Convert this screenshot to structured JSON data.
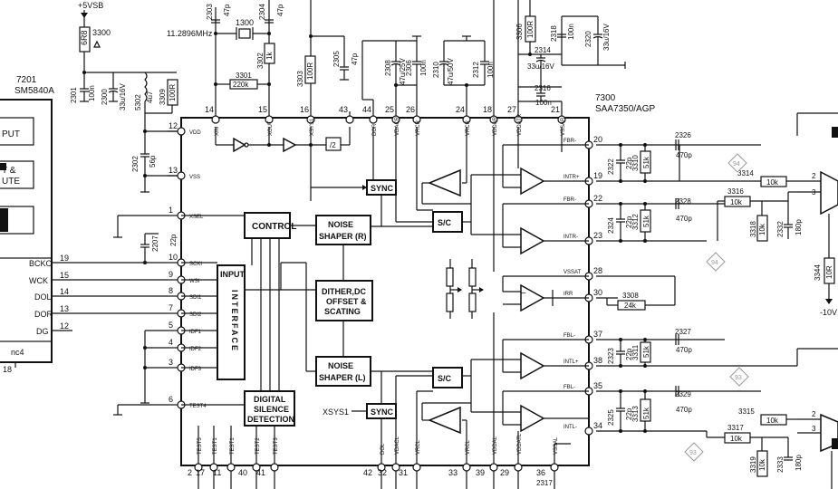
{
  "supply": {
    "label": "+5VSB",
    "fuse_value": "6R8",
    "fuse_ref": "3300"
  },
  "crystal": {
    "freq": "11.2896MHz",
    "ref": "1300"
  },
  "left_ic": {
    "ref": "7201",
    "part": "SM5840A",
    "box1": "PUT",
    "box2a": "T &",
    "box2b": "UTE",
    "pins": [
      "BCKO",
      "WCK",
      "DOL",
      "DOR",
      "DG"
    ],
    "pin_nums": [
      "19",
      "15",
      "14",
      "13",
      "12"
    ],
    "foot": "nc4",
    "foot_num": "18"
  },
  "main_ic": {
    "ref": "7300",
    "part": "SAA7350/AGP"
  },
  "top_components": [
    {
      "ref": "2303",
      "val": "47p"
    },
    {
      "ref": "2304",
      "val": "47p"
    },
    {
      "ref": "3302",
      "val": "1k"
    },
    {
      "ref": "3301",
      "val": "220k"
    },
    {
      "ref": "3303",
      "val": "100R"
    },
    {
      "ref": "2305",
      "val": "47p"
    },
    {
      "ref": "2308",
      "val": "47u/25V"
    },
    {
      "ref": "2306",
      "val": "100n"
    },
    {
      "ref": "2310",
      "val": "47u/50V"
    },
    {
      "ref": "2312",
      "val": "100n"
    },
    {
      "ref": "3306",
      "val": "100R"
    },
    {
      "ref": "2318",
      "val": "100n"
    },
    {
      "ref": "2320",
      "val": "33u/16V"
    },
    {
      "ref": "2314",
      "val": "33u/16V"
    },
    {
      "ref": "2316",
      "val": "100n"
    },
    {
      "ref": "2301",
      "val": "100n"
    },
    {
      "ref": "2300",
      "val": "33u/16V"
    },
    {
      "ref": "5302",
      "val": "4u7"
    },
    {
      "ref": "3309",
      "val": "100R"
    },
    {
      "ref": "2302",
      "val": "56p"
    },
    {
      "ref": "2207",
      "val": "22p"
    }
  ],
  "top_pins": [
    "14",
    "15",
    "16",
    "43",
    "44",
    "25",
    "26",
    "24",
    "18",
    "27",
    "21"
  ],
  "top_pin_names": [
    "XIN",
    "XOUT",
    "XSYS1",
    "",
    "DOR",
    "VDACR",
    "VRCR",
    "VRCR",
    "VDDAR",
    "VDDATR",
    "VSSAR"
  ],
  "left_pins": [
    {
      "num": "12",
      "name": "VDD"
    },
    {
      "num": "13",
      "name": "VSS"
    },
    {
      "num": "1",
      "name": "XSEL"
    },
    {
      "num": "10",
      "name": "SCKI"
    },
    {
      "num": "9",
      "name": "WSI"
    },
    {
      "num": "8",
      "name": "SDI1"
    },
    {
      "num": "7",
      "name": "SDI2"
    },
    {
      "num": "5",
      "name": "IDF1"
    },
    {
      "num": "4",
      "name": "IDF2"
    },
    {
      "num": "3",
      "name": "IDF3"
    },
    {
      "num": "6",
      "name": "TEST4"
    }
  ],
  "bottom_pins": [
    "2",
    "17",
    "11",
    "40",
    "41",
    "42",
    "32",
    "31",
    "33",
    "39",
    "29",
    "36"
  ],
  "bottom_pin_names": [
    "TEST5",
    "TEST1",
    "TEST1",
    "TEST2",
    "TEST3",
    "DOL",
    "VDACL",
    "VRCL",
    "VRCL",
    "VDDAL",
    "VDDATL",
    "VSSAL"
  ],
  "right_pins": [
    {
      "num": "20",
      "name": "FBR-"
    },
    {
      "num": "19",
      "name": "INTR+"
    },
    {
      "num": "22",
      "name": "FBR-"
    },
    {
      "num": "23",
      "name": "INTR-"
    },
    {
      "num": "28",
      "name": "VSSAT"
    },
    {
      "num": "30",
      "name": "IRR"
    },
    {
      "num": "37",
      "name": "FBL-"
    },
    {
      "num": "38",
      "name": "INTL+"
    },
    {
      "num": "35",
      "name": "FBL-"
    },
    {
      "num": "34",
      "name": "INTL-"
    }
  ],
  "blocks": {
    "control": "CONTROL",
    "noise_r_1": "NOISE",
    "noise_r_2": "SHAPER (R)",
    "dither_1": "DITHER,DC",
    "dither_2": "OFFSET &",
    "dither_3": "SCATING",
    "noise_l_1": "NOISE",
    "noise_l_2": "SHAPER (L)",
    "input_1": "INPUT",
    "input_2": "INTERFACE",
    "silence_1": "DIGITAL",
    "silence_2": "SILENCE",
    "silence_3": "DETECTION",
    "sync": "SYNC",
    "sc": "S/C",
    "div2": "/2",
    "xsys1": "XSYS1"
  },
  "right_components": [
    {
      "ref": "2326",
      "val": "470p"
    },
    {
      "ref": "2322",
      "val": "22p"
    },
    {
      "ref": "3310",
      "val": "51k"
    },
    {
      "ref": "2328",
      "val": "470p"
    },
    {
      "ref": "2324",
      "val": "22p"
    },
    {
      "ref": "3312",
      "val": "51k"
    },
    {
      "ref": "3308",
      "val": "24k"
    },
    {
      "ref": "2327",
      "val": "470p"
    },
    {
      "ref": "2323",
      "val": "22p"
    },
    {
      "ref": "3311",
      "val": "51k"
    },
    {
      "ref": "2329",
      "val": "470p"
    },
    {
      "ref": "2325",
      "val": "22p"
    },
    {
      "ref": "3313",
      "val": "51k"
    },
    {
      "ref": "3314",
      "val": "10k"
    },
    {
      "ref": "3316",
      "val": "10k"
    },
    {
      "ref": "3318",
      "val": "10k"
    },
    {
      "ref": "2332",
      "val": "180p"
    },
    {
      "ref": "3344",
      "val": "10R"
    },
    {
      "ref": "3315",
      "val": "10k"
    },
    {
      "ref": "3317",
      "val": "10k"
    },
    {
      "ref": "3319",
      "val": "10k"
    },
    {
      "ref": "2333",
      "val": "180p"
    },
    {
      "ref": "2317",
      "val": ""
    }
  ],
  "markers": [
    "94",
    "94",
    "93",
    "93"
  ],
  "rail": "-10V",
  "opamp_pins": [
    "2",
    "3",
    "2",
    "3"
  ]
}
